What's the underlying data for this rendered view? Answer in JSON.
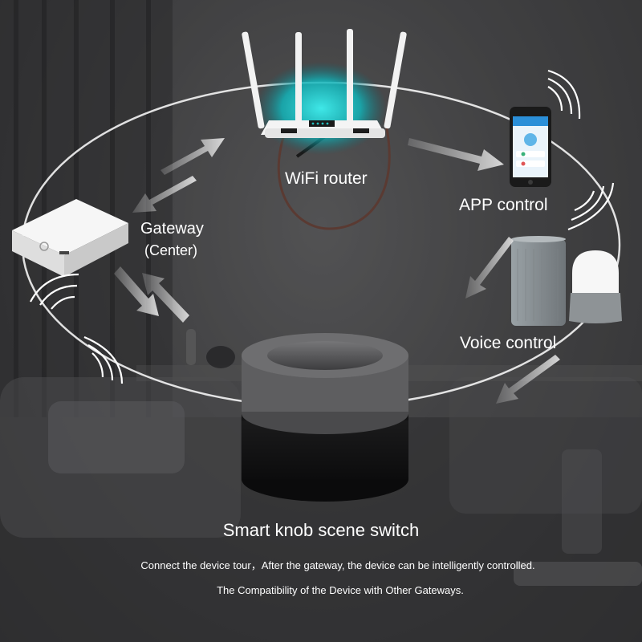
{
  "labels": {
    "router": "WiFi router",
    "gateway": "Gateway",
    "gateway_sub": "(Center)",
    "app": "APP control",
    "voice": "Voice control"
  },
  "title": "Smart knob scene switch",
  "captions": [
    "Connect the device tour，After the gateway, the device can be intelligently controlled.",
    "The Compatibility of the Device with Other Gateways."
  ],
  "colors": {
    "accent_glow": "#19c8c8",
    "text": "#ffffff",
    "ring": "#ffffff"
  },
  "icons": [
    "router-icon",
    "gateway-icon",
    "phone-icon",
    "smart-speaker-icon",
    "knob-switch-icon",
    "arrow-icon",
    "wifi-signal-icon"
  ]
}
